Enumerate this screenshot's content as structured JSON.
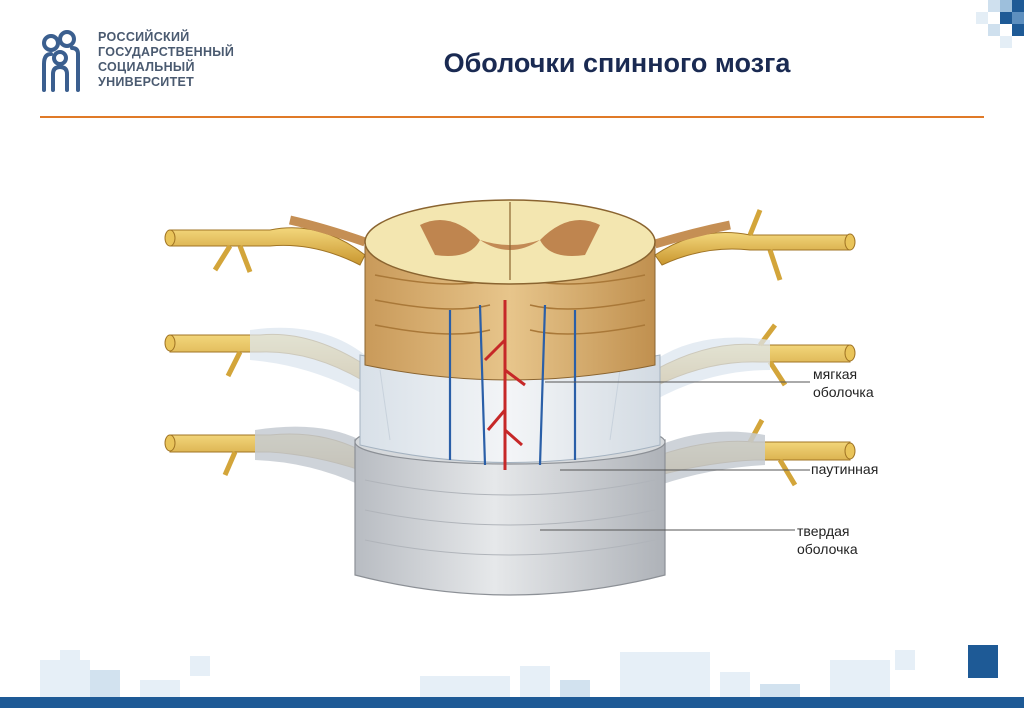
{
  "header": {
    "logo_lines": [
      "РОССИЙСКИЙ",
      "ГОСУДАРСТВЕННЫЙ",
      "СОЦИАЛЬНЫЙ",
      "УНИВЕРСИТЕТ"
    ],
    "title": "Оболочки спинного мозга"
  },
  "diagram": {
    "labels": {
      "soft": [
        "мягкая",
        "оболочка"
      ],
      "arachnoid": [
        "паутинная"
      ],
      "dura": [
        "твердая",
        "оболочка"
      ]
    }
  },
  "colors": {
    "title": "#1a2a52",
    "accent_rule": "#e07a28",
    "brand_blue": "#1e5a96",
    "nerve_yellow": "#e3b84a",
    "dura_gray": "#c9cdd2"
  }
}
